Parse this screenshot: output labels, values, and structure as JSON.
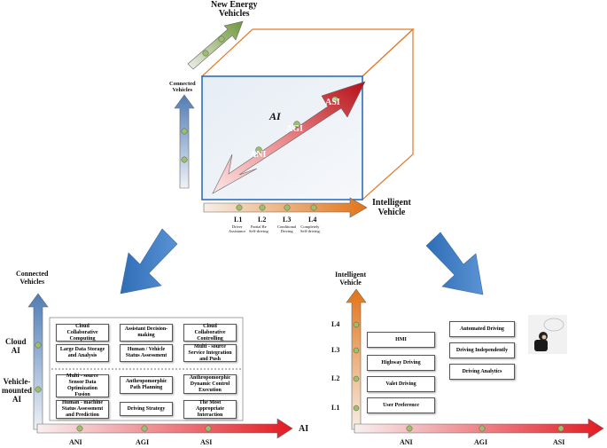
{
  "top": {
    "new_energy": "New Energy\nVehicles",
    "connected": "Connected\nVehicles",
    "ai": "AI",
    "ani": "ANI",
    "agi": "AGI",
    "asi": "ASI",
    "intelligent": "Intelligent\nVehicle",
    "levels": [
      {
        "code": "L1",
        "desc": "Driver\nAssistance"
      },
      {
        "code": "L2",
        "desc": "Partial Re\nSelf-driving"
      },
      {
        "code": "L3",
        "desc": "Conditional\nDriving"
      },
      {
        "code": "L4",
        "desc": "Completely\nSelf-driving"
      }
    ]
  },
  "left": {
    "y_title": "Connected\nVehicles",
    "cloud_ai": "Cloud\nAI",
    "vehicle_ai": "Vehicle-\nmounted\nAI",
    "x_title": "AI",
    "x_ticks": [
      "ANI",
      "AGI",
      "ASI"
    ],
    "boxes": [
      "Cloud\nCollaborative\nComputing",
      "Assistant Decision-\nmaking",
      "Cloud\nCollaborative\nControlling",
      "Large Data Storage\nand Analysis",
      "Human / Vehicle\nStatus Assessment",
      "Multi - source\nService Integration\nand Push",
      "Multi - source\nSensor Data\nOptimization\nFusion",
      "Anthropomorphic\nPath Planning",
      "Anthropomorphic\nDynamic Control\nExecution",
      "Human - machine\nStatus Assessment\nand Prediction",
      "Driving Strategy",
      "The Most\nAppropriate\nInteraction"
    ]
  },
  "right": {
    "y_title": "Intelligent\nVehicle",
    "levels": [
      "L4",
      "L3",
      "L2",
      "L1"
    ],
    "x_ticks": [
      "ANI",
      "AGI",
      "ASI"
    ],
    "left_boxes": [
      "HMI",
      "Highway Driving",
      "Valet Driving",
      "User Preference"
    ],
    "right_boxes": [
      "Automated Driving",
      "Driving Independently",
      "Driving Analytics"
    ]
  },
  "colors": {
    "orange": "#e87a1e",
    "red": "#c8141e",
    "green": "#7ea34a",
    "blue": "#3b6fc6",
    "steel": "#5f86b0"
  }
}
